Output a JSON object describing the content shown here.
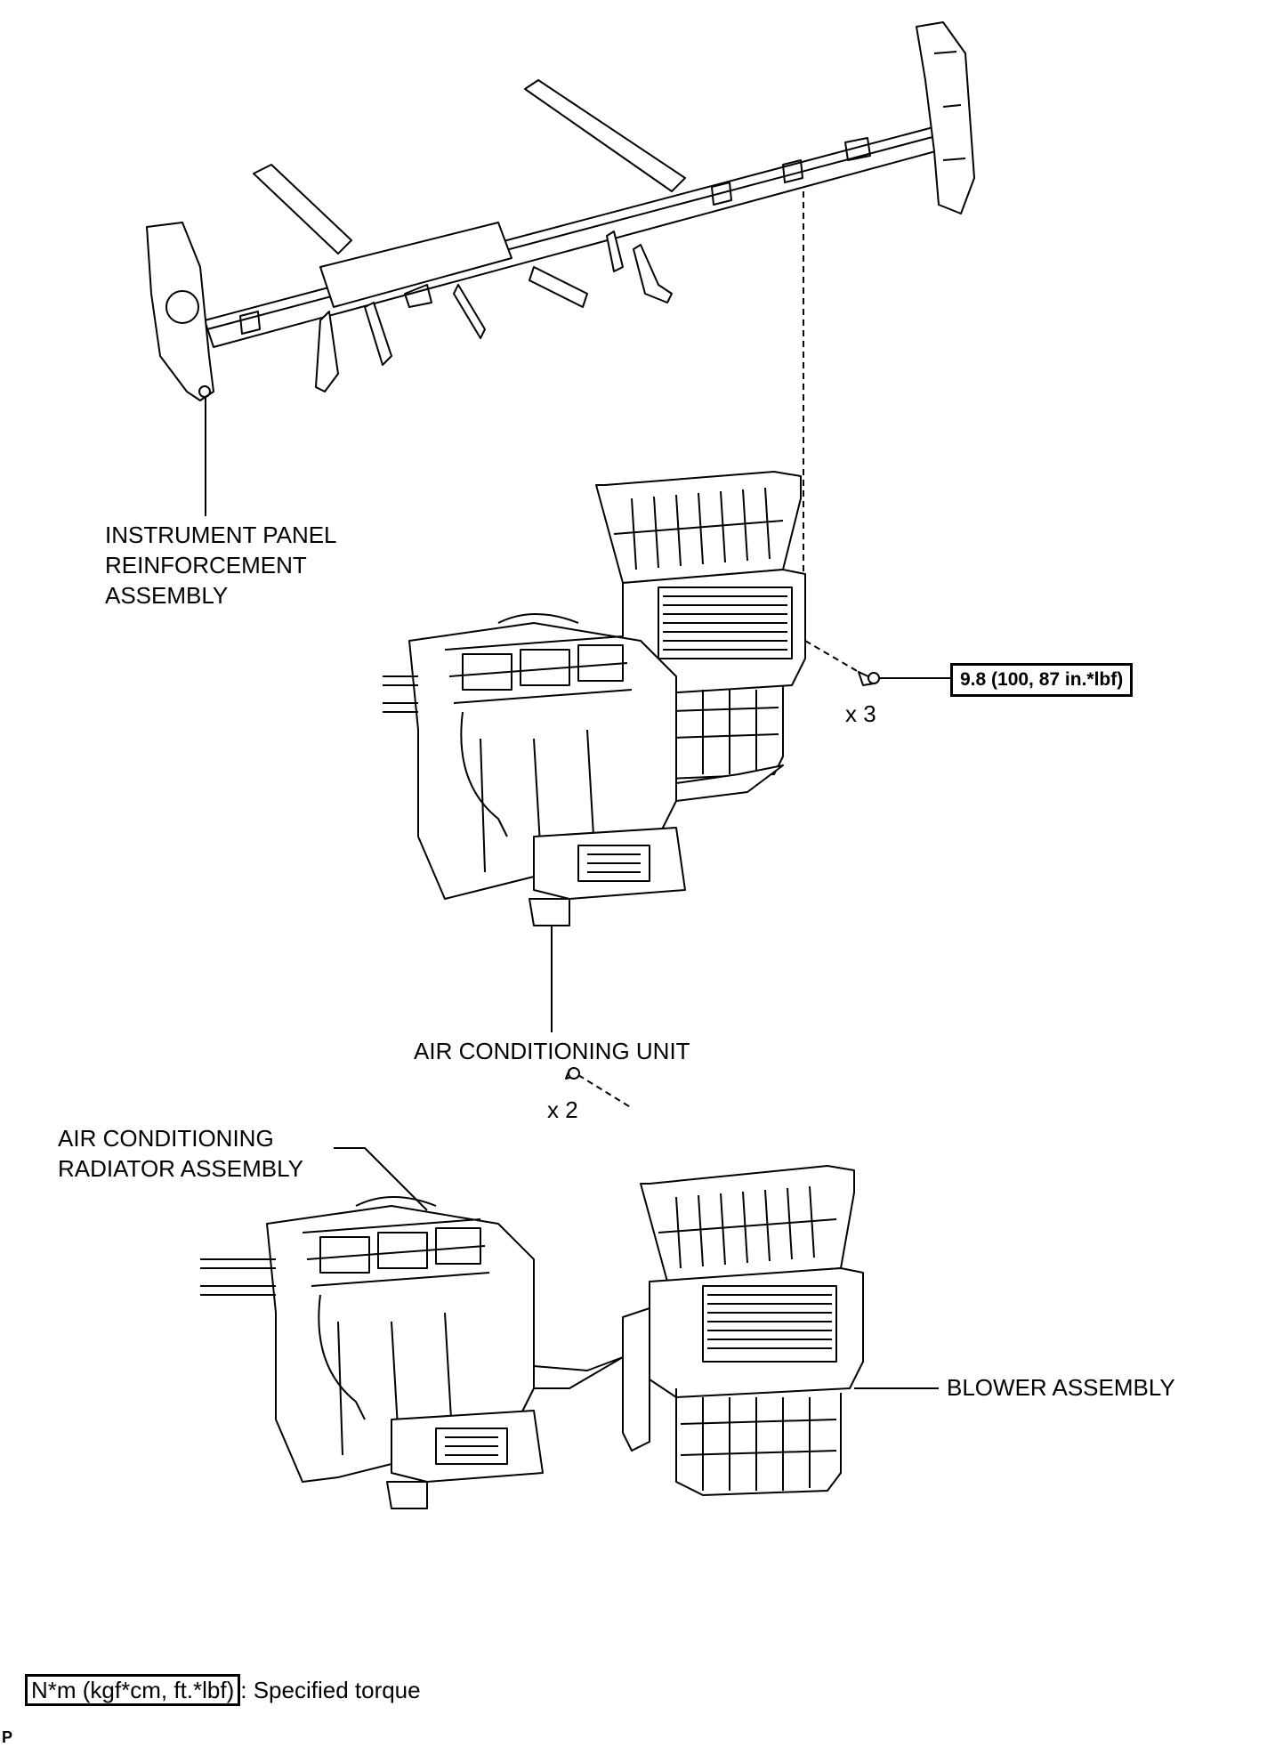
{
  "labels": {
    "instrument_panel": "INSTRUMENT PANEL\nREINFORCEMENT\nASSEMBLY",
    "ac_unit": "AIR CONDITIONING UNIT",
    "ac_radiator": "AIR CONDITIONING\nRADIATOR ASSEMBLY",
    "blower": "BLOWER ASSEMBLY"
  },
  "torque_spec": "9.8 (100, 87 in.*lbf)",
  "qty_upper": "x 3",
  "qty_lower": "x 2",
  "legend": {
    "unit": "N*m (kgf*cm, ft.*lbf)",
    "desc": ": Specified torque"
  },
  "corner_letter": "P"
}
